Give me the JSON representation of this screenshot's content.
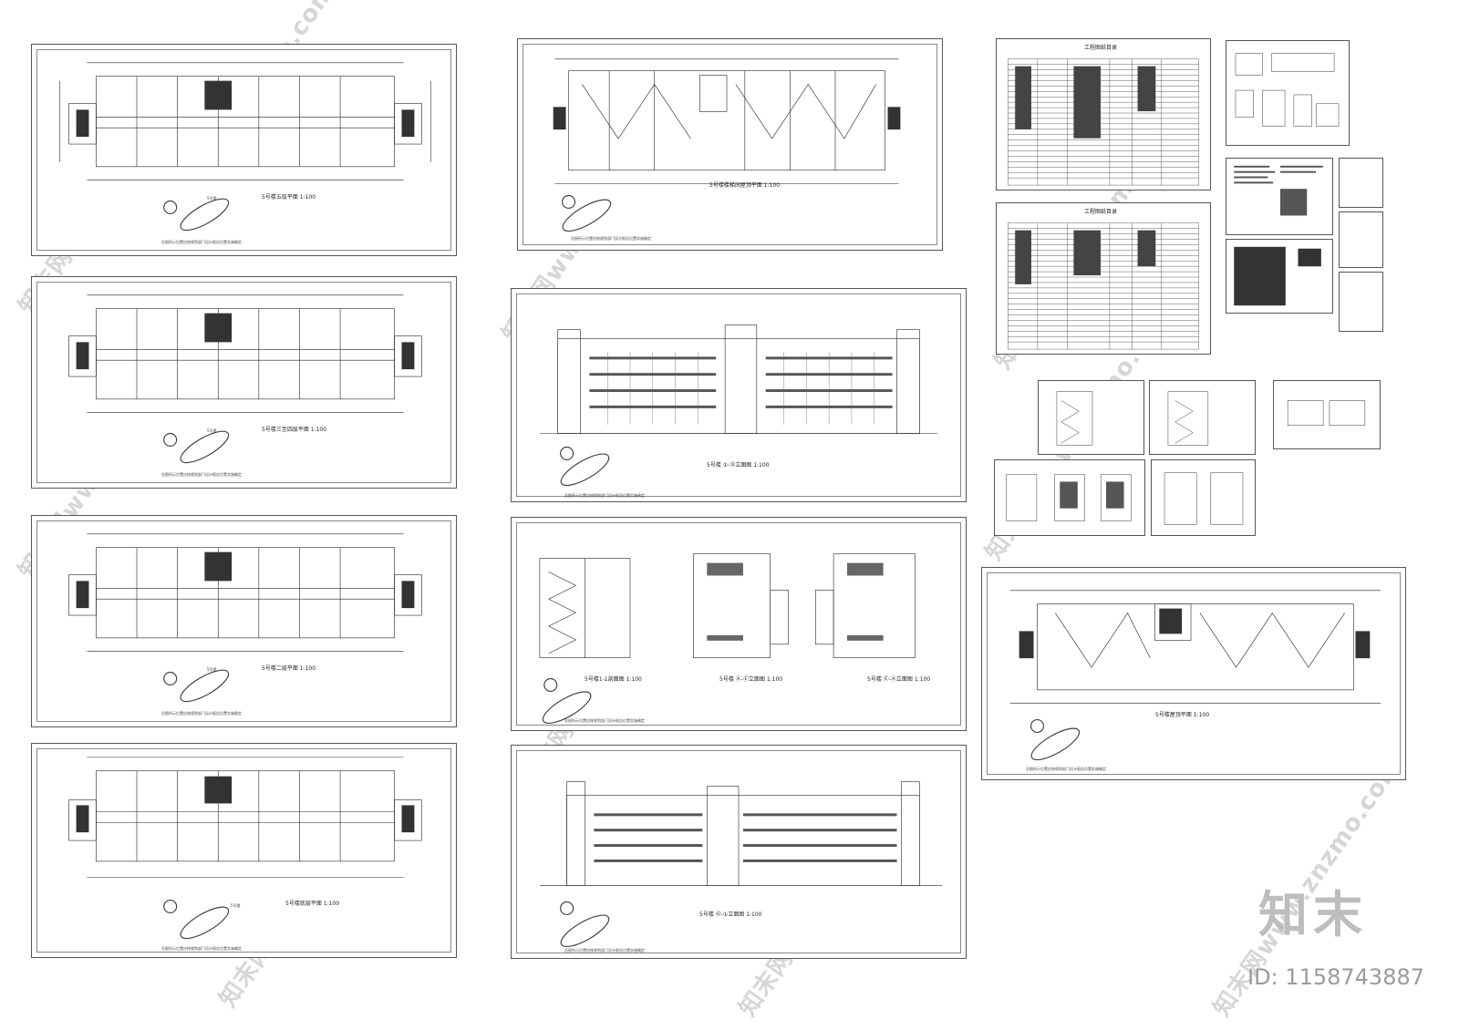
{
  "sheets": {
    "plan_5f": {
      "title": "5号楼五层平面",
      "scale": "1:100"
    },
    "plan_34f": {
      "title": "5号楼三至四层平面",
      "scale": "1:100"
    },
    "plan_2f": {
      "title": "5号楼二层平面",
      "scale": "1:100"
    },
    "plan_1f": {
      "title": "5号楼底层平面",
      "scale": "1:100"
    },
    "roof_stair": {
      "title": "5号楼楼梯间屋顶平面",
      "scale": "1:100"
    },
    "elev_1": {
      "title": "5号楼 ①-⑫立面图",
      "scale": "1:100"
    },
    "sect_11": {
      "title": "5号楼1-1剖面图",
      "scale": "1:100"
    },
    "elev_2": {
      "title": "5号楼 Ⓐ-Ⓔ立面图",
      "scale": "1:100"
    },
    "elev_3": {
      "title": "5号楼 Ⓔ-Ⓐ立面图",
      "scale": "1:100"
    },
    "elev_4": {
      "title": "5号楼 ⑫-①立面图",
      "scale": "1:100"
    },
    "roof": {
      "title": "5号楼屋顶平面",
      "scale": "1:100"
    },
    "catalog_1": {
      "title": "工程图纸目录"
    },
    "catalog_2": {
      "title": "工程图纸目录"
    }
  },
  "footnote": "总图所示位置应按规划部门设计报告位置实施确定",
  "building_tag": "5号楼",
  "watermark_text": "知末网www.znzmo.com",
  "brand": "知末",
  "id_label": "ID: 1158743887"
}
